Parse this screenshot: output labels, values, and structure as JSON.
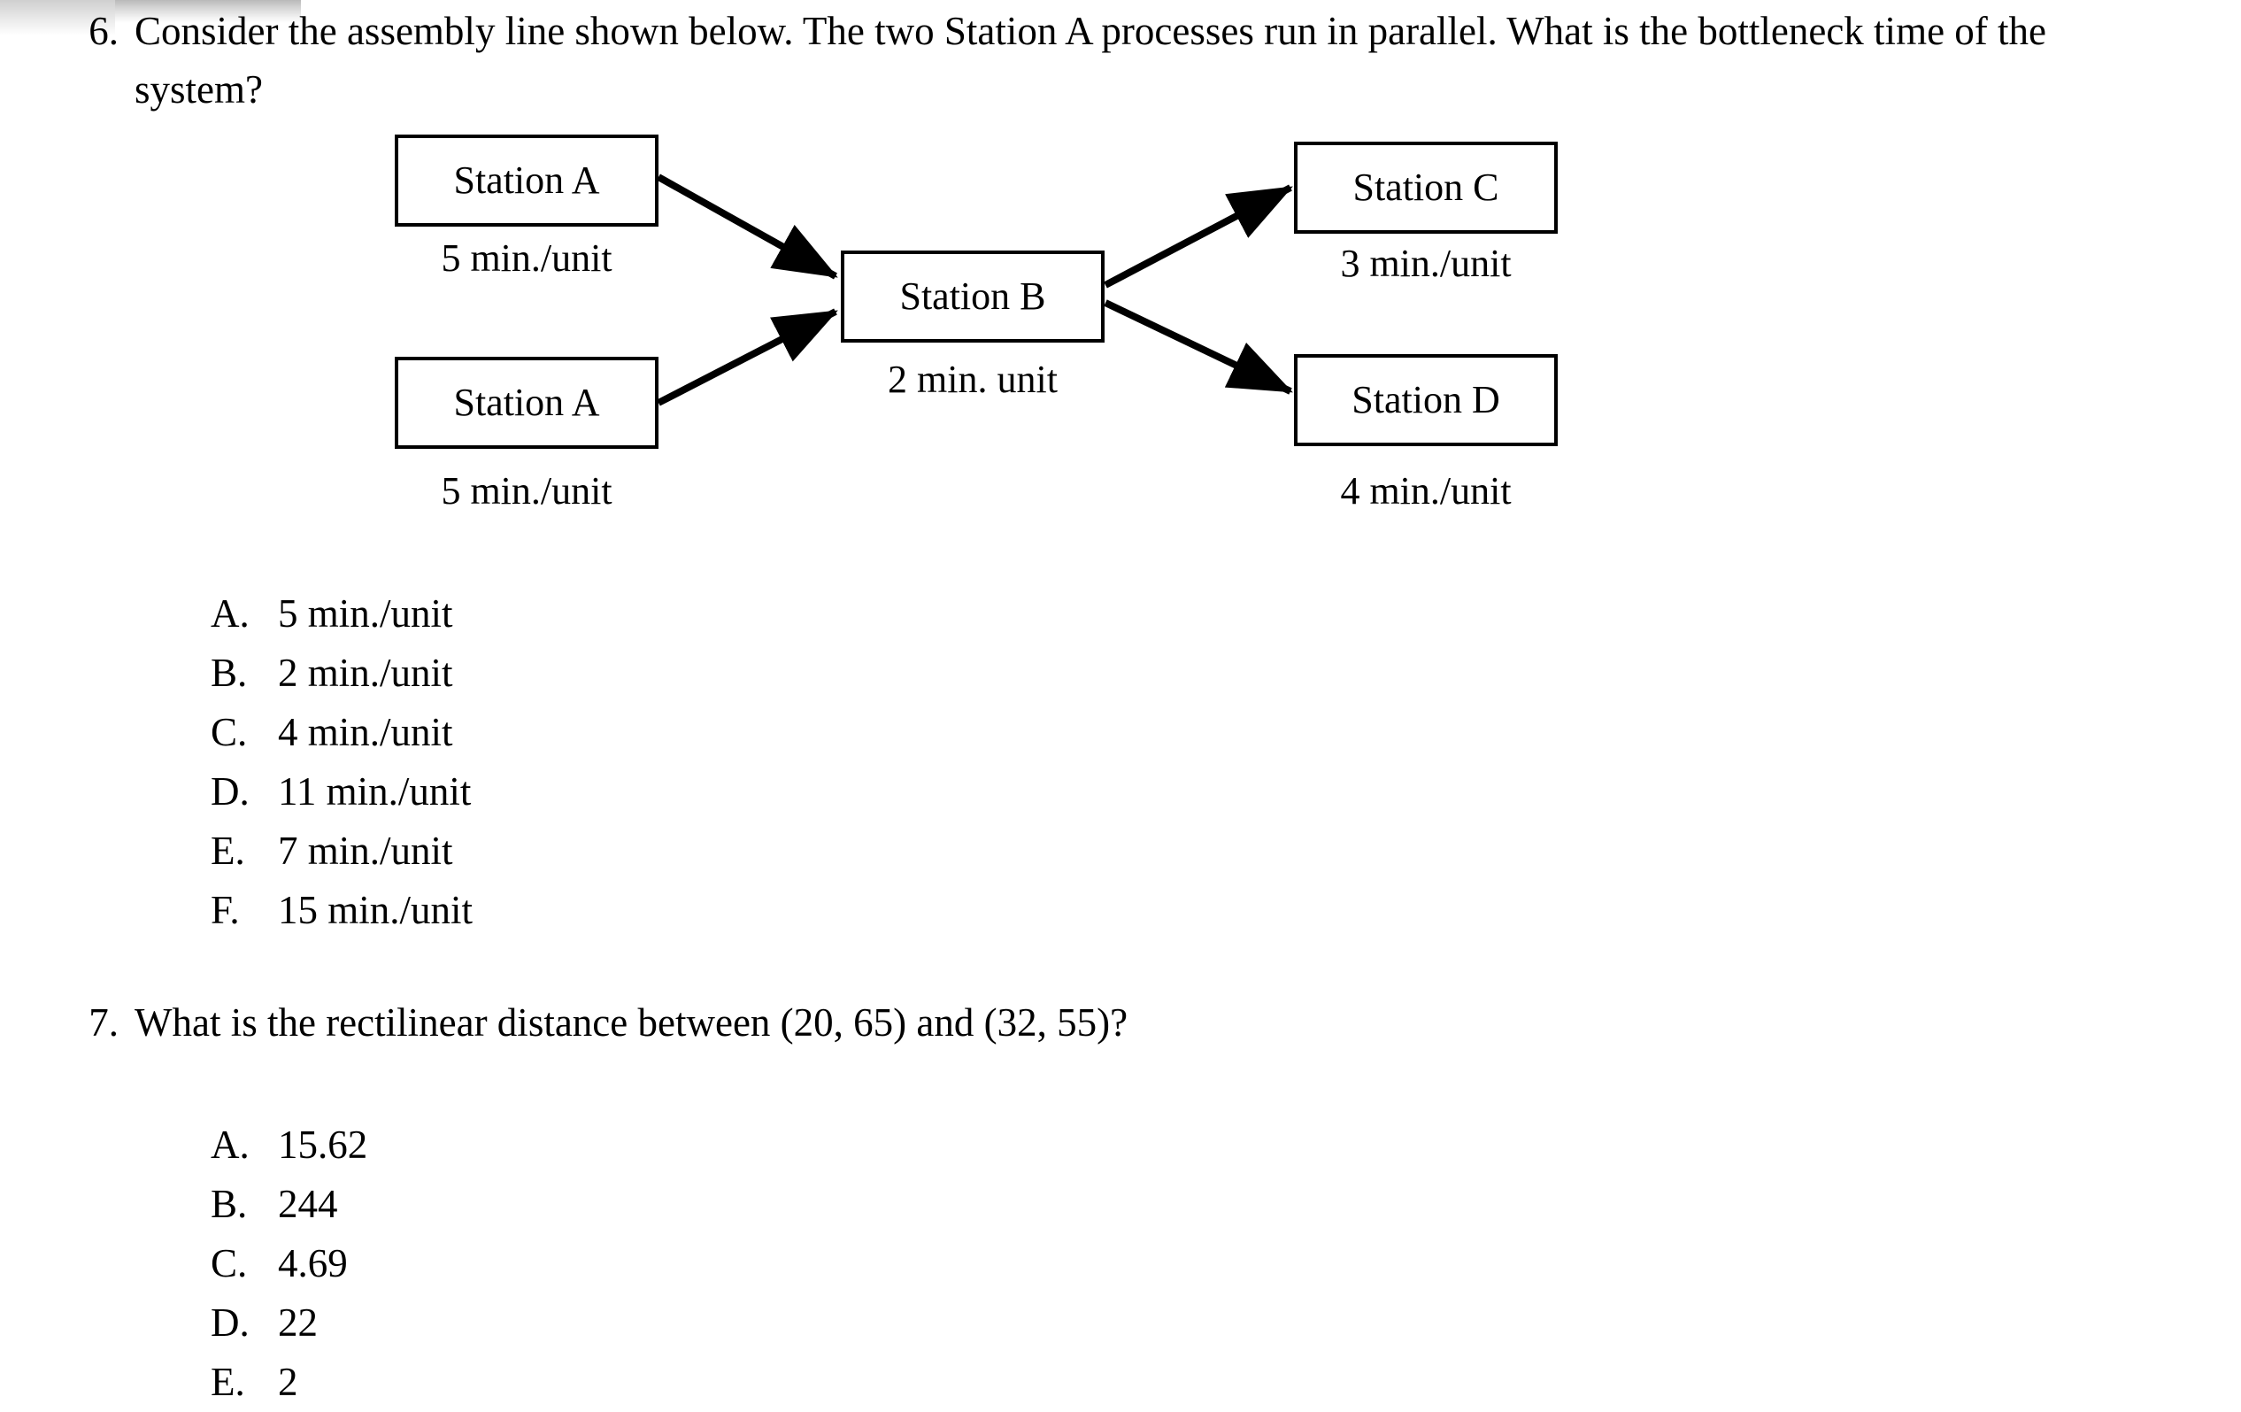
{
  "page": {
    "background_color": "#ffffff",
    "text_color": "#000000"
  },
  "questions": [
    {
      "number": "6.",
      "text": "Consider the assembly line shown below. The two Station A processes run in parallel. What is the bottleneck time of the system?",
      "options": [
        {
          "letter": "A.",
          "text": "5 min./unit"
        },
        {
          "letter": "B.",
          "text": "2 min./unit"
        },
        {
          "letter": "C.",
          "text": "4 min./unit"
        },
        {
          "letter": "D.",
          "text": "11 min./unit"
        },
        {
          "letter": "E.",
          "text": "7 min./unit"
        },
        {
          "letter": "F.",
          "text": "15 min./unit"
        }
      ]
    },
    {
      "number": "7.",
      "text": "What is the rectilinear distance between (20, 65) and (32, 55)?",
      "options": [
        {
          "letter": "A.",
          "text": "15.62"
        },
        {
          "letter": "B.",
          "text": "244"
        },
        {
          "letter": "C.",
          "text": "4.69"
        },
        {
          "letter": "D.",
          "text": "22"
        },
        {
          "letter": "E.",
          "text": "2"
        }
      ]
    }
  ],
  "diagram": {
    "type": "flowchart",
    "line_color": "#000000",
    "nodes": [
      {
        "id": "station-a-top",
        "label": "Station A",
        "rate": "5 min./unit"
      },
      {
        "id": "station-a-bottom",
        "label": "Station A",
        "rate": "5 min./unit"
      },
      {
        "id": "station-b",
        "label": "Station B",
        "rate": "2 min. unit"
      },
      {
        "id": "station-c",
        "label": "Station C",
        "rate": "3 min./unit"
      },
      {
        "id": "station-d",
        "label": "Station D",
        "rate": "4 min./unit"
      }
    ],
    "edges": [
      {
        "from": "station-a-top",
        "to": "station-b"
      },
      {
        "from": "station-a-bottom",
        "to": "station-b"
      },
      {
        "from": "station-b",
        "to": "station-c"
      },
      {
        "from": "station-b",
        "to": "station-d"
      }
    ]
  }
}
